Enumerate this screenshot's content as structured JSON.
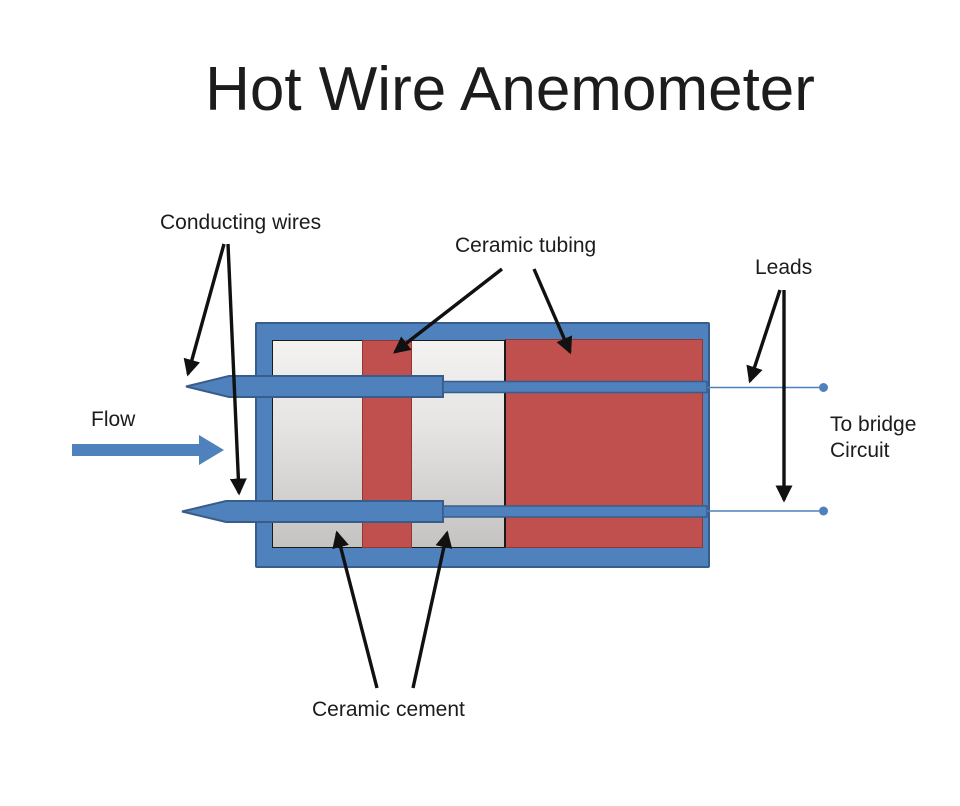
{
  "slide": {
    "title": "Hot Wire Anemometer"
  },
  "labels": {
    "conducting_wires": "Conducting wires",
    "ceramic_tubing": "Ceramic tubing",
    "leads": "Leads",
    "flow": "Flow",
    "to_bridge_line1": "To bridge",
    "to_bridge_line2": "Circuit",
    "ceramic_cement": "Ceramic cement"
  },
  "colors": {
    "blue": "#4F81BD",
    "blue-border": "#385D8A",
    "red": "#C0504D",
    "red-border": "#943634",
    "gray-top": "#F3F2F0",
    "gray-bottom": "#C4C3C2",
    "arrow": "#111111",
    "text": "#1C1C1C"
  }
}
